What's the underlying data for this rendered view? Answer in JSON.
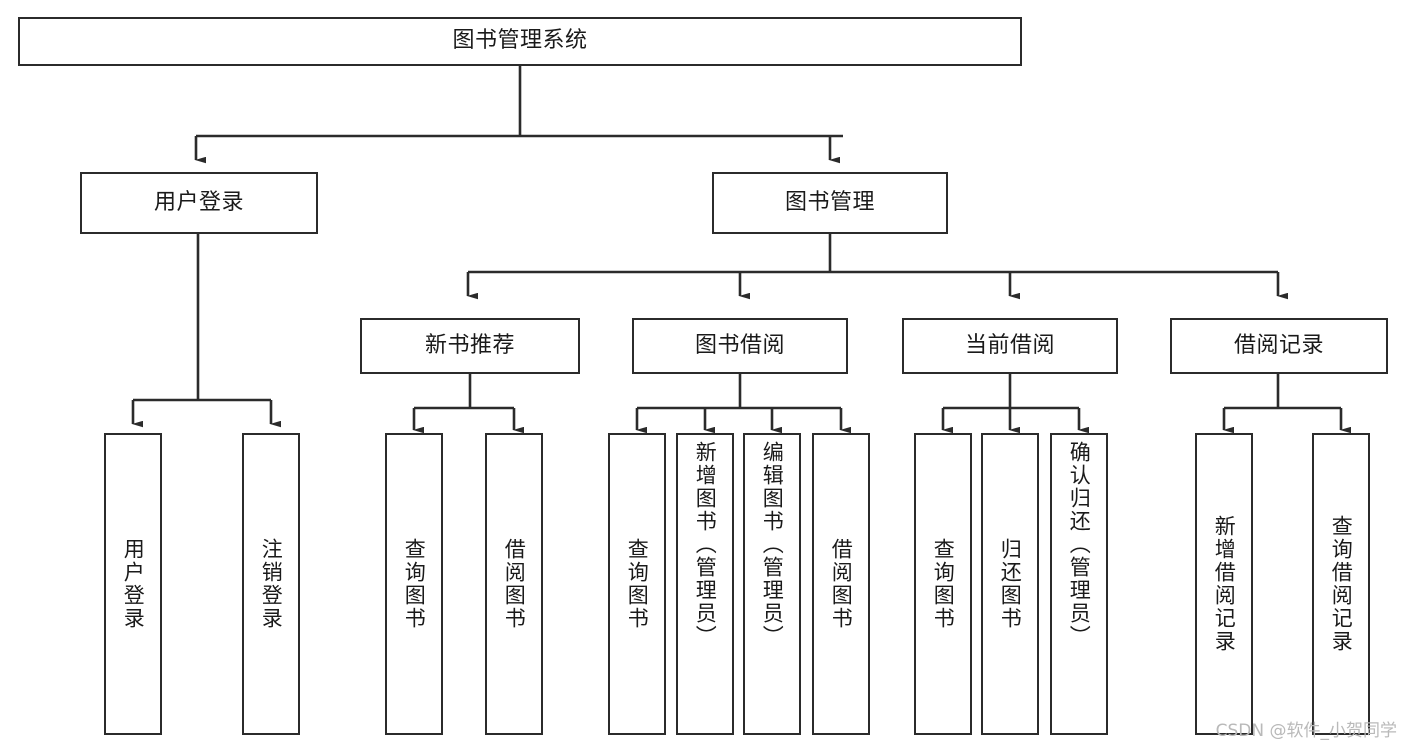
{
  "diagram": {
    "type": "hierarchy-tree",
    "title": "图书管理系统",
    "watermark": "CSDN @软件_小贺同学",
    "colors": {
      "stroke": "#2b2b2b",
      "fill": "#ffffff",
      "text": "#1a1a1a",
      "watermark": "#b9b9b9"
    },
    "levels": {
      "root": {
        "label": "图书管理系统"
      },
      "level2": [
        {
          "label": "用户登录"
        },
        {
          "label": "图书管理"
        }
      ],
      "level3": [
        {
          "label": "新书推荐"
        },
        {
          "label": "图书借阅"
        },
        {
          "label": "当前借阅"
        },
        {
          "label": "借阅记录"
        }
      ],
      "leaves": {
        "user_login": [
          {
            "label": "用户登录"
          },
          {
            "label": "注销登录"
          }
        ],
        "new_book_recommend": [
          {
            "label": "查询图书"
          },
          {
            "label": "借阅图书"
          }
        ],
        "book_borrow": [
          {
            "label": "查询图书"
          },
          {
            "label": "新增图书（管理员）"
          },
          {
            "label": "编辑图书（管理员）"
          },
          {
            "label": "借阅图书"
          }
        ],
        "current_borrow": [
          {
            "label": "查询图书"
          },
          {
            "label": "归还图书"
          },
          {
            "label": "确认归还（管理员）"
          }
        ],
        "borrow_record": [
          {
            "label": "新增借阅记录"
          },
          {
            "label": "查询借阅记录"
          }
        ]
      }
    }
  }
}
